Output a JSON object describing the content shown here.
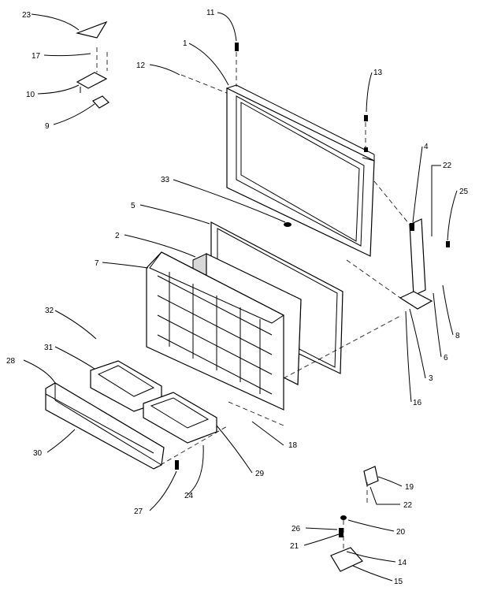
{
  "callouts": [
    "23",
    "17",
    "10",
    "9",
    "11",
    "1",
    "12",
    "13",
    "4",
    "22",
    "25",
    "33",
    "5",
    "2",
    "7",
    "32",
    "8",
    "6",
    "3",
    "31",
    "28",
    "16",
    "18",
    "30",
    "29",
    "27",
    "24",
    "19",
    "22",
    "20",
    "26",
    "21",
    "14",
    "15"
  ]
}
